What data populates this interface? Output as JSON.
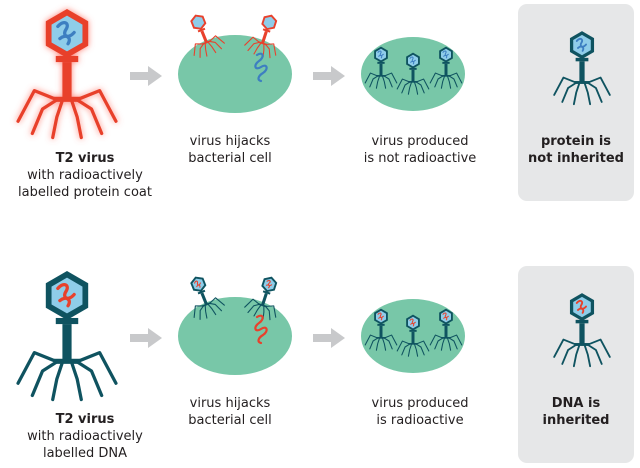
{
  "rows": [
    {
      "id": "protein",
      "virus_title": "T2 virus",
      "virus_desc": [
        "with radioactively",
        "labelled protein coat"
      ],
      "step1": [
        "virus hijacks",
        "bacterial cell"
      ],
      "step2": [
        "virus produced",
        "is not radioactive"
      ],
      "conclusion": [
        "protein is",
        "not inherited"
      ],
      "label_color": "#e8412c",
      "dna_color": "#3d7fc1"
    },
    {
      "id": "dna",
      "virus_title": "T2 virus",
      "virus_desc": [
        "with radioactively",
        "labelled DNA"
      ],
      "step1": [
        "virus hijacks",
        "bacterial cell"
      ],
      "step2": [
        "virus produced",
        "is radioactive"
      ],
      "conclusion": [
        "DNA is",
        "inherited"
      ],
      "label_color": "#0f5360",
      "dna_color": "#e8412c"
    }
  ],
  "colors": {
    "virus_body": "#0f5360",
    "capsid_fill": "#8fcde9",
    "bacterium": "#78c7a8",
    "arrow": "#c8c9cb",
    "panel": "#e6e7e8",
    "radioactive": "#e8412c",
    "glow": "#ff7a6a"
  },
  "icons": [
    "bacteriophage-icon",
    "bacterium-icon",
    "arrow-right-icon",
    "dna-strand-icon"
  ]
}
